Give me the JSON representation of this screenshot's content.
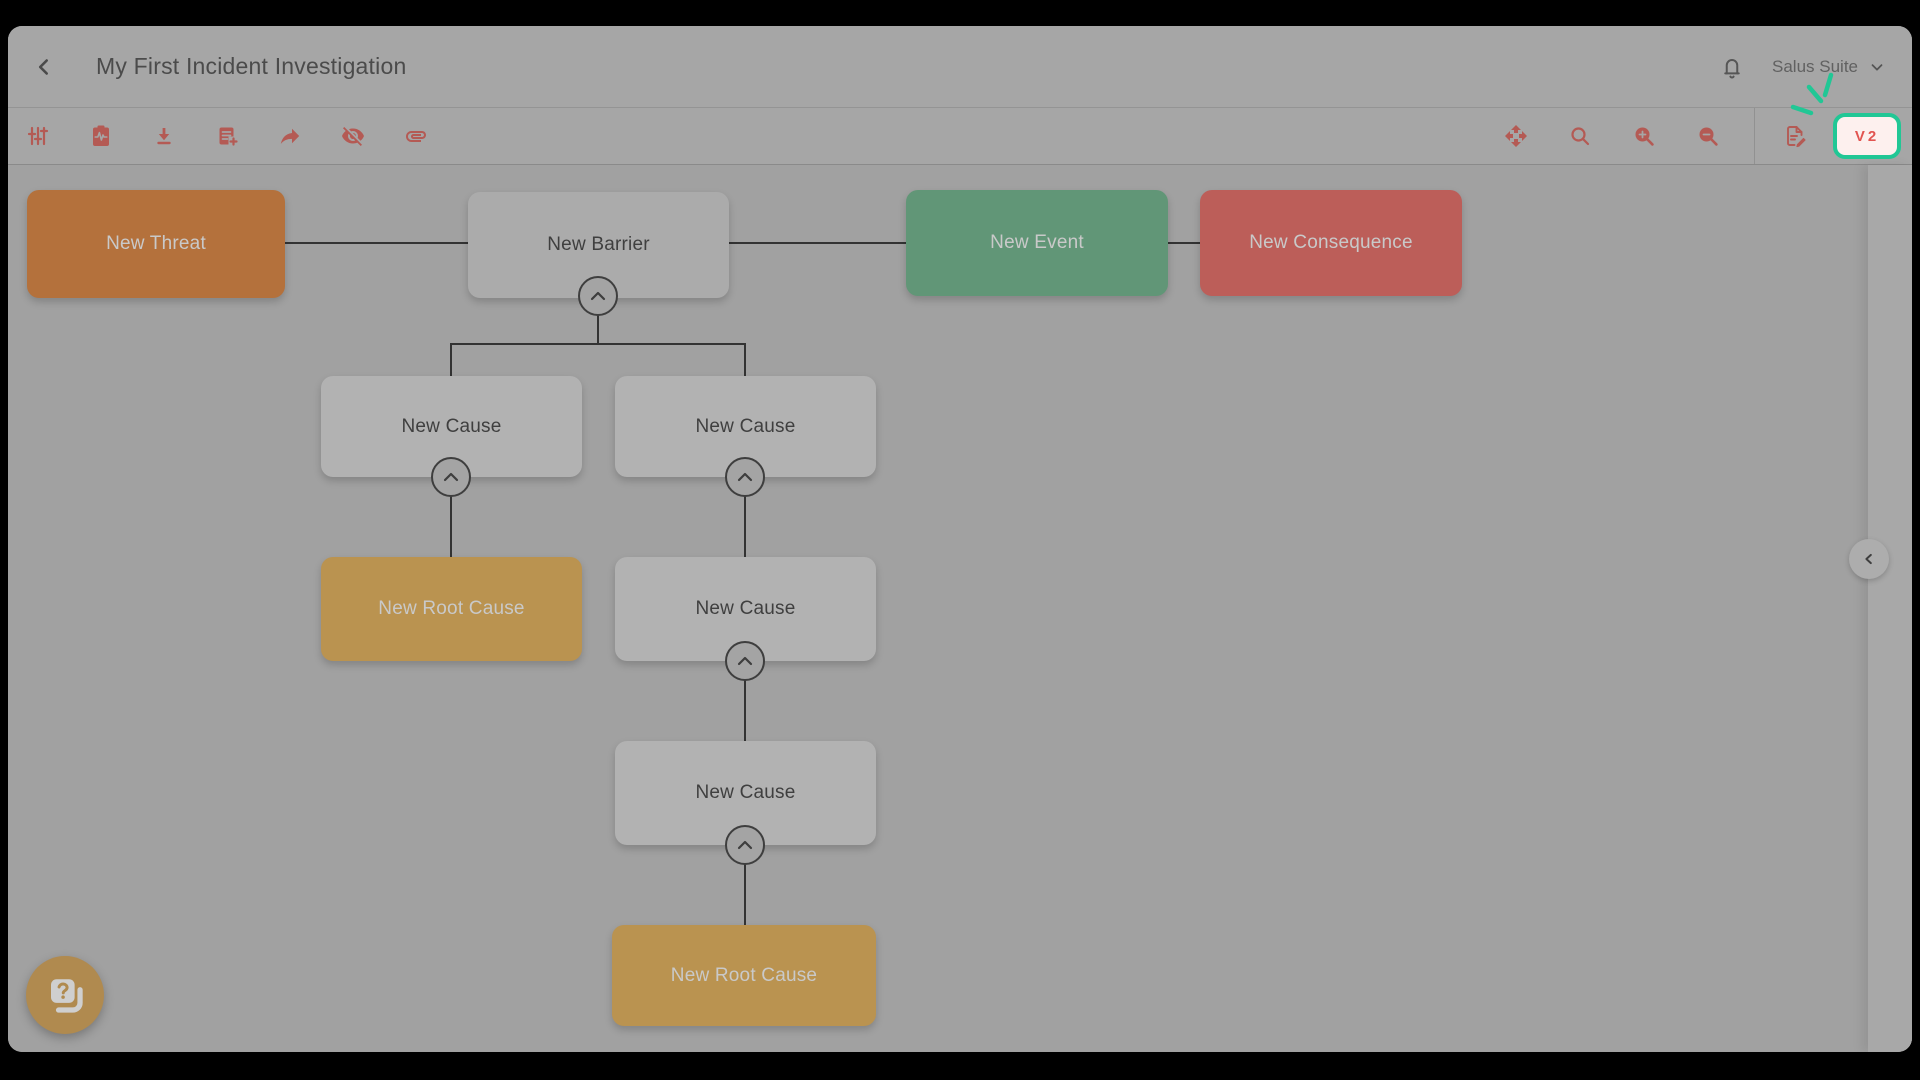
{
  "topbar": {
    "title": "My First Incident Investigation",
    "back_icon": "chevron-left-icon",
    "notifications_icon": "bell-icon",
    "account": {
      "label": "Salus Suite",
      "dropdown_icon": "chevron-down-icon"
    }
  },
  "toolbar": {
    "left_icons": [
      "tune-icon",
      "clipboard-pulse-icon",
      "download-icon",
      "note-add-icon",
      "share-icon",
      "eye-off-icon",
      "attachment-icon"
    ],
    "right_icons": [
      "pan-icon",
      "search-icon",
      "zoom-in-icon",
      "zoom-out-icon",
      "document-edit-icon"
    ],
    "v2_button": {
      "label": "V2"
    }
  },
  "canvas": {
    "nodes": [
      {
        "label": "New Threat",
        "kind": "threat"
      },
      {
        "label": "New Barrier",
        "kind": "barrier"
      },
      {
        "label": "New Event",
        "kind": "event"
      },
      {
        "label": "New Consequence",
        "kind": "consequence"
      },
      {
        "label": "New Cause",
        "kind": "cause"
      },
      {
        "label": "New Cause",
        "kind": "cause"
      },
      {
        "label": "New Root Cause",
        "kind": "root-cause"
      },
      {
        "label": "New Cause",
        "kind": "cause"
      },
      {
        "label": "New Cause",
        "kind": "cause"
      },
      {
        "label": "New Root Cause",
        "kind": "root-cause"
      }
    ],
    "collapse_toggles_icon": "chevron-up-icon"
  },
  "help_button": {
    "icon": "quiz-icon"
  },
  "side_panel_toggle": {
    "icon": "chevron-left-icon"
  },
  "colors": {
    "accent_teal": "#21c795",
    "toolbar_icon_red": "#b45a54",
    "v2_text_red": "#e25450",
    "threat": "#b4713c",
    "barrier": "#ababab",
    "event": "#619677",
    "consequence": "#bc5e59",
    "cause": "#b2b2b2",
    "root_cause": "#ba9350",
    "help_button_bg": "#b08a4f"
  }
}
